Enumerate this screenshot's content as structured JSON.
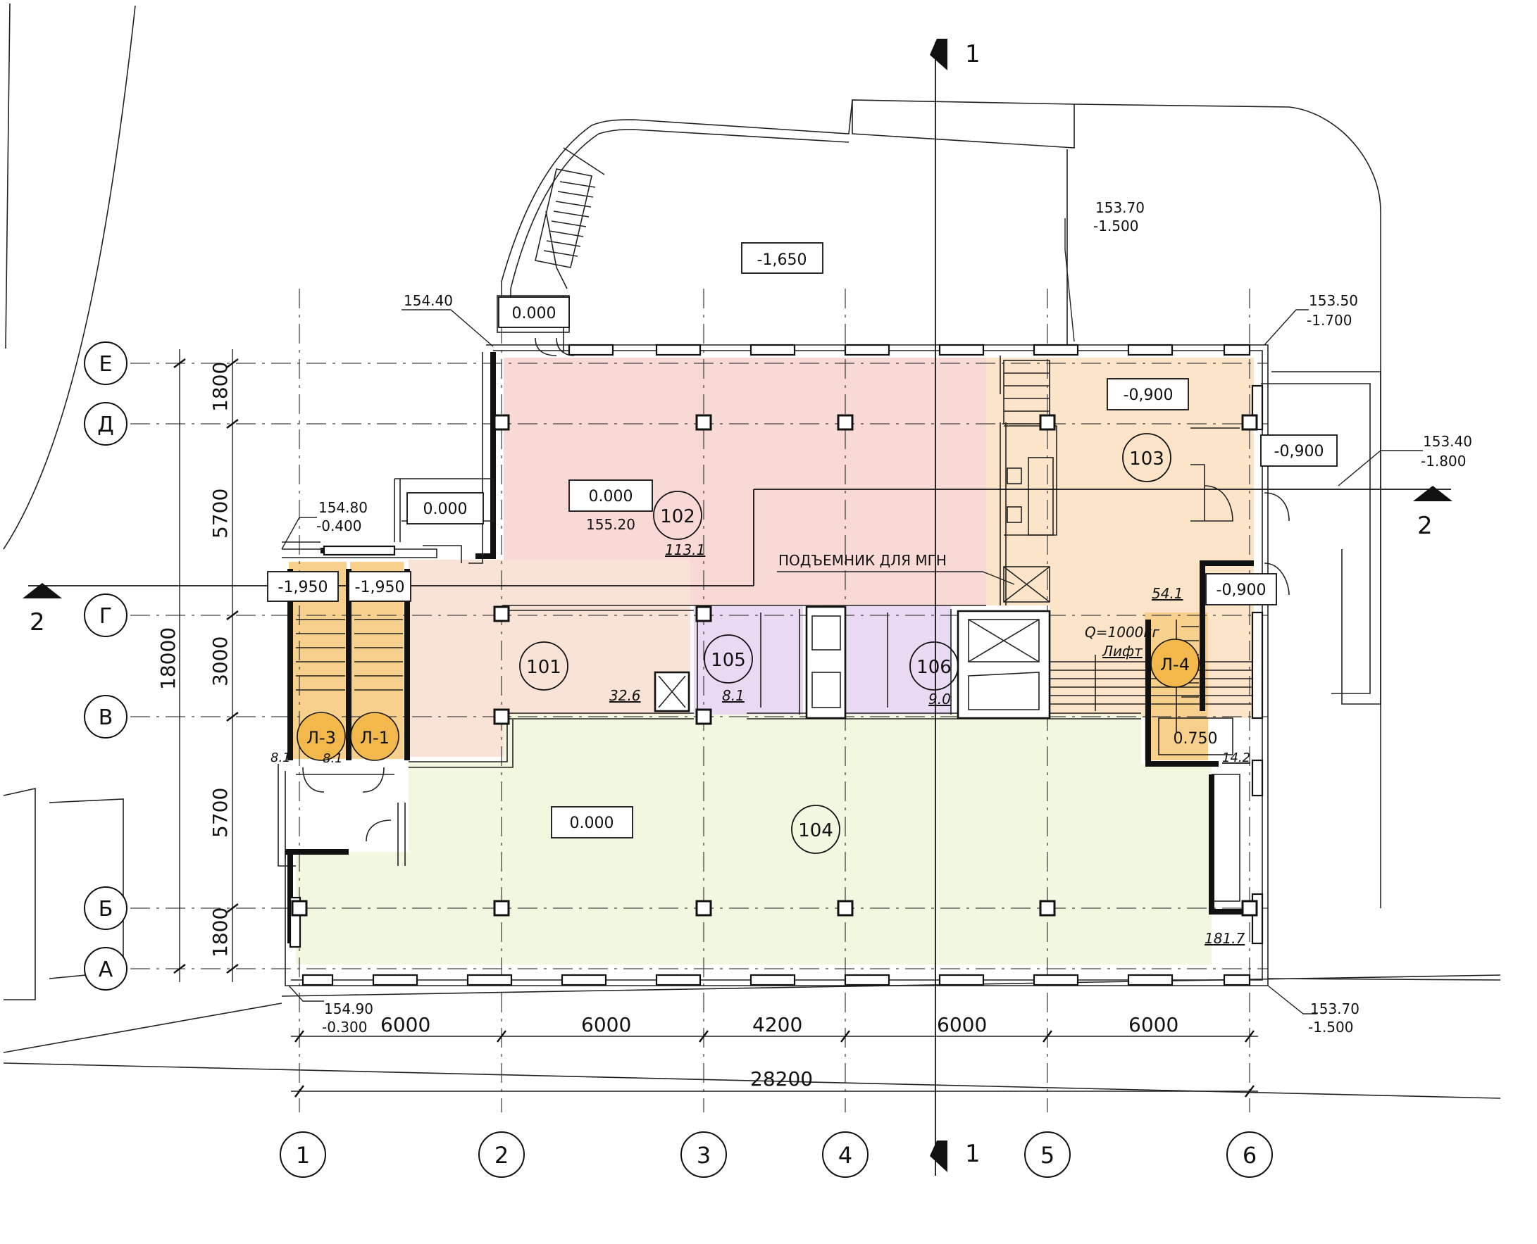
{
  "colors": {
    "room_101": "#f9e3d6",
    "room_102": "#f9d9d6",
    "room_103": "#fbe4c7",
    "room_104": "#f1f8df",
    "room_105_106": "#e9d9f3",
    "stair_yellow": "#f6d08c",
    "stair_circle": "#f2b84b"
  },
  "axes_columns": [
    {
      "label": "1"
    },
    {
      "label": "2"
    },
    {
      "label": "3"
    },
    {
      "label": "4"
    },
    {
      "label": "5"
    },
    {
      "label": "6"
    }
  ],
  "axes_rows": [
    {
      "label": "Е"
    },
    {
      "label": "Д"
    },
    {
      "label": "Г"
    },
    {
      "label": "В"
    },
    {
      "label": "Б"
    },
    {
      "label": "А"
    }
  ],
  "dimensions": {
    "horizontal": [
      "6000",
      "6000",
      "4200",
      "6000",
      "6000"
    ],
    "horizontal_total": "28200",
    "vertical": [
      "1800",
      "5700",
      "3000",
      "5700",
      "1800"
    ],
    "vertical_total": "18000"
  },
  "section_marks": {
    "section_1": "1",
    "section_2": "2"
  },
  "rooms": [
    {
      "number": "101",
      "area": "32.6"
    },
    {
      "number": "102",
      "area": "113.1"
    },
    {
      "number": "103",
      "area": "54.1"
    },
    {
      "number": "104",
      "area": "181.7"
    },
    {
      "number": "105",
      "area": "8.1"
    },
    {
      "number": "106",
      "area": "9.0"
    }
  ],
  "stairs": [
    {
      "label": "Л-3",
      "area": "8.1"
    },
    {
      "label": "Л-1",
      "area": "8.1"
    },
    {
      "label": "Л-4",
      "area": "14.2"
    }
  ],
  "small_area": "8.1",
  "levels": {
    "yard": "-1,650",
    "entrance_top": "0.000",
    "hall_102": "0.000",
    "hall_102_abs": "155.20",
    "entrance_left": "0.000",
    "room_104": "0.000",
    "room_103": "-0,900",
    "ramp_right": "-0,900",
    "stair_l4_top": "-0,900",
    "stair_l4_bottom": "0.750",
    "stair_l3": "-1,950",
    "stair_l1": "-1,950"
  },
  "elevation_marks": [
    {
      "abs": "154.40",
      "rel": ""
    },
    {
      "abs": "153.70",
      "rel": "-1.500"
    },
    {
      "abs": "153.50",
      "rel": "-1.700"
    },
    {
      "abs": "153.40",
      "rel": "-1.800"
    },
    {
      "abs": "154.80",
      "rel": "-0.400"
    },
    {
      "abs": "154.90",
      "rel": "-0.300"
    },
    {
      "abs": "153.70",
      "rel": "-1.500"
    }
  ],
  "labels": {
    "lift_mgn": "ПОДЪЕМНИК ДЛЯ МГН",
    "lift_capacity": "Q=1000кг",
    "lift": "Лифт"
  }
}
